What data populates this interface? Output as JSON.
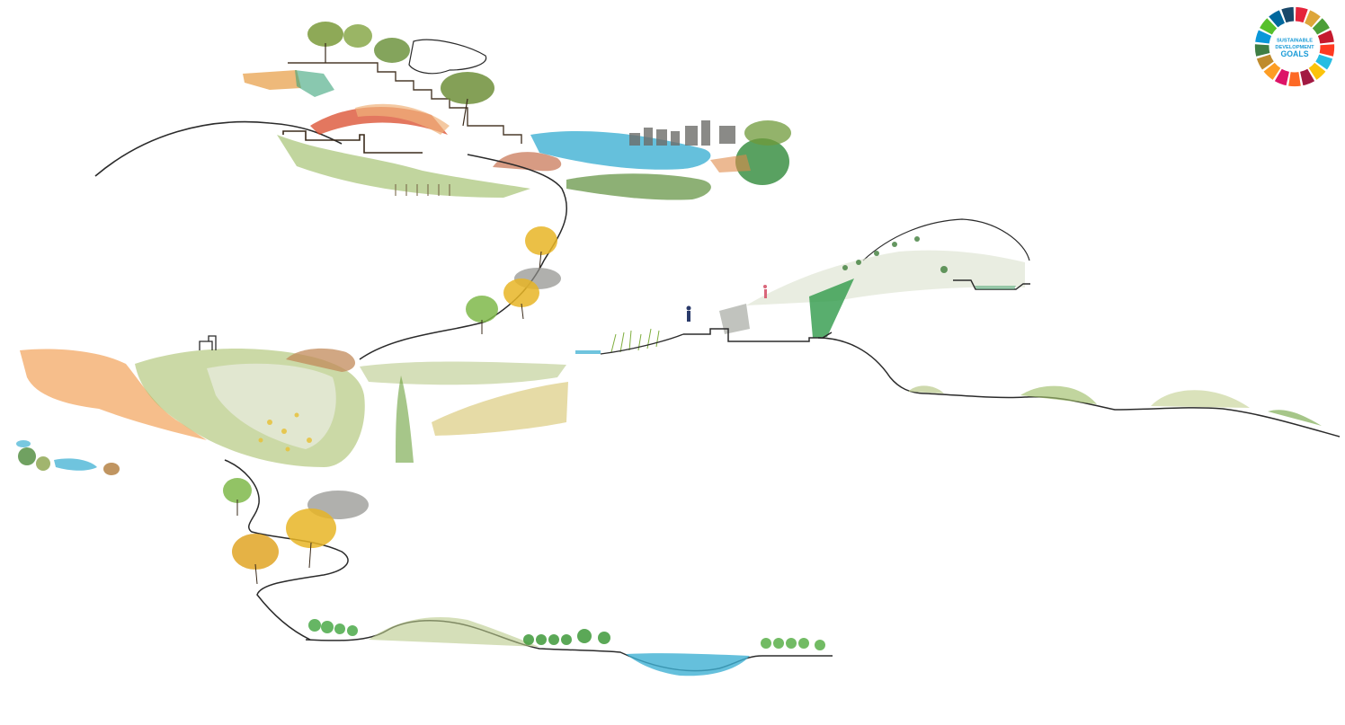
{
  "logo": {
    "line1": "SUSTAINABLE",
    "line2": "DEVELOPMENT",
    "line3": "GOALS",
    "text_color": "#1a9bd7",
    "ring_colors": [
      "#e5243b",
      "#dda63a",
      "#4c9f38",
      "#c5192d",
      "#ff3a21",
      "#26bde2",
      "#fcc30b",
      "#a21942",
      "#fd6925",
      "#dd1367",
      "#fd9d24",
      "#bf8b2e",
      "#3f7e44",
      "#0a97d9",
      "#56c02b",
      "#00689d",
      "#19486a"
    ]
  },
  "palette": {
    "ink": "#2b2b2b",
    "water": "#3fb0d3",
    "grass": "#7fae3e",
    "dark_green": "#2f8a3a",
    "ochre": "#e3a24a",
    "orange": "#f08a3c",
    "yellow_tree": "#e8b526",
    "sage": "#b9c98a",
    "grey_cloud": "#8f8f8a"
  }
}
